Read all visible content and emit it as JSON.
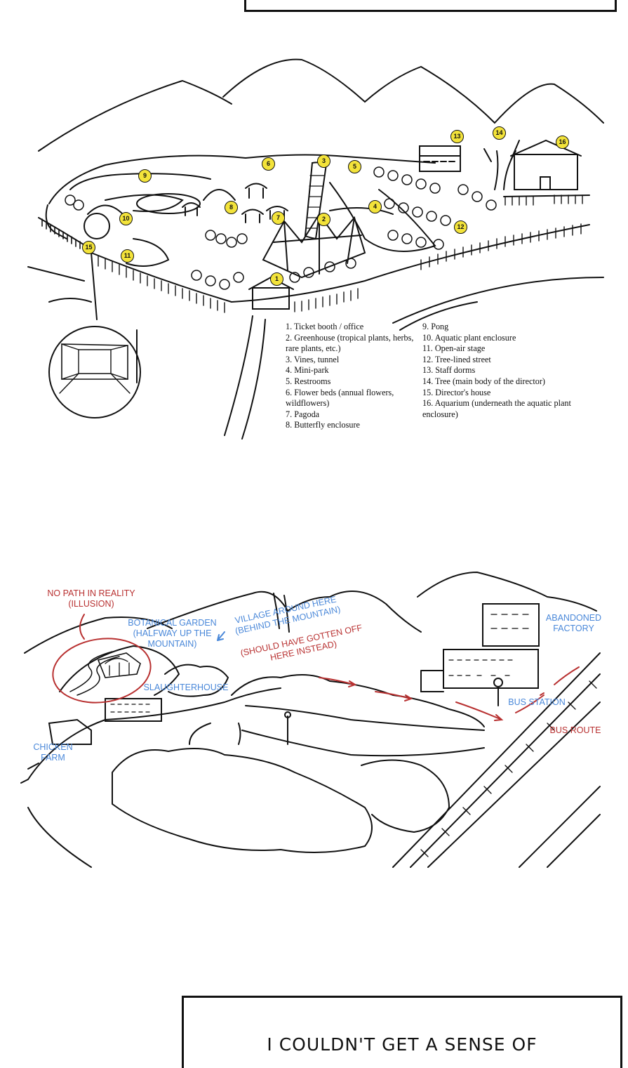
{
  "map1": {
    "pins": [
      "1",
      "2",
      "3",
      "4",
      "5",
      "6",
      "7",
      "8",
      "9",
      "10",
      "11",
      "12",
      "13",
      "14",
      "15",
      "16"
    ],
    "legend_left": [
      "1. Ticket booth / office",
      "2. Greenhouse (tropical plants, herbs, rare plants, etc.)",
      "3. Vines, tunnel",
      "4. Mini-park",
      "5. Restrooms",
      "6. Flower beds (annual flowers, wildflowers)",
      "7. Pagoda",
      "8. Butterfly enclosure"
    ],
    "legend_right": [
      "9. Pong",
      "10. Aquatic plant enclosure",
      "11. Open-air stage",
      "12. Tree-lined street",
      "13. Staff dorms",
      "14. Tree (main body of the director)",
      "15. Director's house",
      "16. Aquarium (underneath the aquatic plant enclosure)"
    ]
  },
  "map2": {
    "labels": {
      "no_path": "NO PATH IN REALITY\n(ILLUSION)",
      "botanical": "BOTANICAL GARDEN\n(HALFWAY UP THE\nMOUNTAIN)",
      "village": "VILLAGE AROUND HERE\n(BEHIND THE MOUNTAIN)",
      "should": "(SHOULD HAVE GOTTEN OFF\nHERE INSTEAD)",
      "slaughter": "SLAUGHTERHOUSE",
      "factory": "ABANDONED\nFACTORY",
      "bus_station": "BUS STATION",
      "bus_route": "BUS ROUTE",
      "chicken": "CHICKEN\nFARM"
    }
  },
  "caption": "I COULDN'T GET A SENSE OF"
}
